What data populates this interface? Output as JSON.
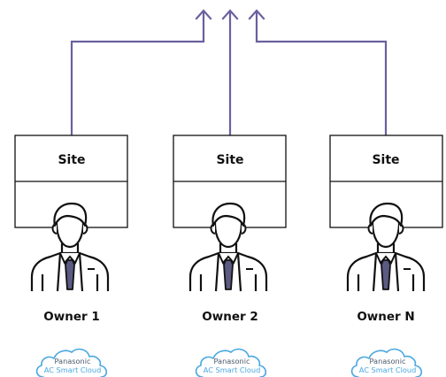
{
  "colors": {
    "line": "#6b5f9e",
    "tie": "#5a5a82",
    "cloud": "#4aa8e0",
    "text": "#111111"
  },
  "arrows": {
    "count": 3,
    "icon": "up-arrow-icon"
  },
  "sites": [
    {
      "label": "Site",
      "owner": "Owner 1",
      "cloud_line1": "Panasonic",
      "cloud_line2": "AC Smart Cloud"
    },
    {
      "label": "Site",
      "owner": "Owner 2",
      "cloud_line1": "Panasonic",
      "cloud_line2": "AC Smart Cloud"
    },
    {
      "label": "Site",
      "owner": "Owner N",
      "cloud_line1": "Panasonic",
      "cloud_line2": "AC Smart Cloud"
    }
  ],
  "icons": {
    "person": "businessman-icon",
    "cloud": "cloud-icon"
  }
}
